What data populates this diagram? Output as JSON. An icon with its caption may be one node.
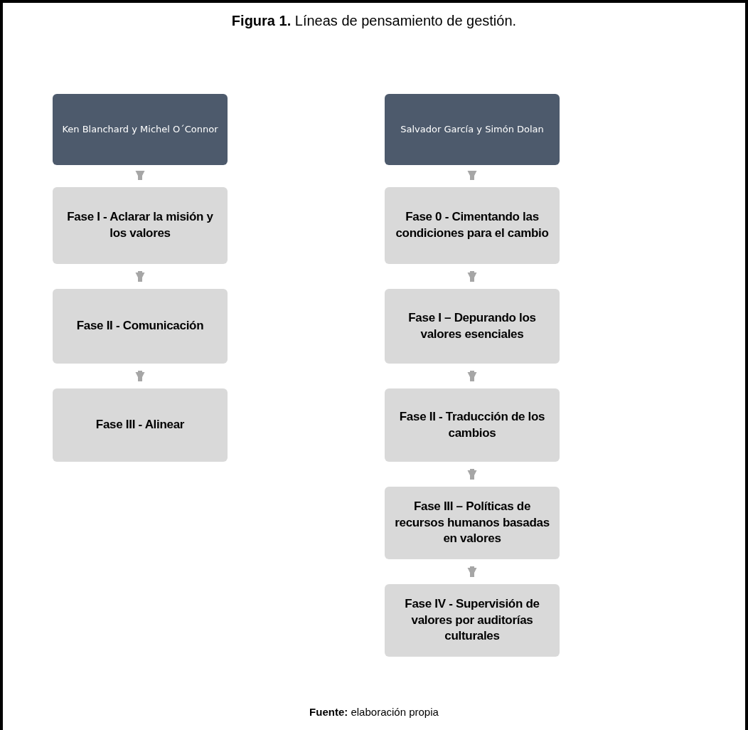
{
  "diagram": {
    "title": "**Figura 1.** Líneas de pensamiento de gestión.",
    "caption": "**Fuente:** elaboración propia",
    "nodes": [
      {
        "text": [
          "Ken Blanchard y Michel O´Connor"
        ]
      },
      {
        "text": [
          "Fase I - Aclarar la misión y los valores"
        ]
      },
      {
        "text": [
          "Fase II - Comunicación"
        ]
      },
      {
        "text": [
          "Fase III - Alinear"
        ]
      },
      {
        "text": [
          "Salvador García y Simón Dolan"
        ]
      },
      {
        "text": [
          "Fase 0 - Cimentando las condiciones para el cambio"
        ]
      },
      {
        "text": [
          "Fase I – Depurando los valores esenciales"
        ]
      },
      {
        "text": [
          "Fase II - Traducción de los cambios"
        ]
      },
      {
        "text": [
          "Fase III – Políticas de recursos humanos basadas en valores"
        ]
      },
      {
        "text": [
          "Fase IV - Supervisión de valores por auditorías culturales"
        ]
      }
    ],
    "edges": [
      {
        "from": 0,
        "to": 1,
        "arrow": "to"
      },
      {
        "from": 1,
        "to": 2,
        "arrow": "to"
      },
      {
        "from": 2,
        "to": 3,
        "arrow": "to"
      },
      {
        "from": 4,
        "to": 5,
        "arrow": "to"
      },
      {
        "from": 5,
        "to": 6,
        "arrow": "to"
      },
      {
        "from": 6,
        "to": 7,
        "arrow": "to"
      },
      {
        "from": 7,
        "to": 8,
        "arrow": "to"
      },
      {
        "from": 8,
        "to": 9,
        "arrow": "to"
      }
    ]
  }
}
